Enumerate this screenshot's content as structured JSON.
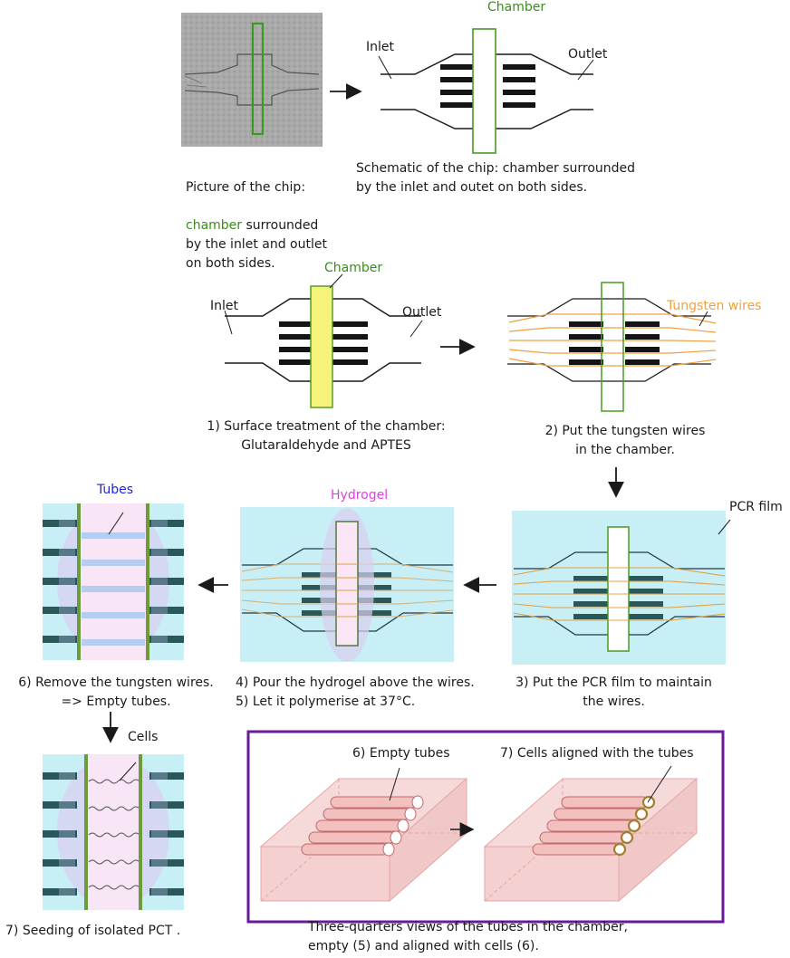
{
  "colors": {
    "chamber_green": "#4a9a24",
    "chamber_label": "#3c8c1e",
    "tungsten_orange": "#f0a040",
    "yellow_fill": "#f6f27a",
    "pcr_blue": "#c8eef6",
    "hydrogel_pink": "#e040e0",
    "tubes_blue": "#2222dd",
    "tube_pink": "#eab0b0",
    "frame_purple": "#6a1a9a",
    "bar_dark": "#1a1a1a",
    "bar_teal": "#2a5858"
  },
  "icons": {
    "arrow": "arrow-icon"
  },
  "labels": {
    "chamber_1": "Chamber",
    "inlet_1": "Inlet",
    "outlet_1": "Outlet",
    "chamber_2": "Chamber",
    "inlet_2": "Inlet",
    "outlet_2": "Outlet",
    "tungsten": "Tungsten wires",
    "pcr": "PCR film",
    "hydrogel": "Hydrogel",
    "tubes": "Tubes",
    "cells": "Cells",
    "empty_tubes": "6) Empty tubes",
    "cells_aligned": "7) Cells aligned with the tubes"
  },
  "captions": {
    "photo_a": "Picture of the chip:",
    "photo_b": "chamber",
    "photo_c": " surrounded\nby the inlet and outlet\non both sides.",
    "schematic": "Schematic of the chip: chamber surrounded\nby the inlet and outet on both sides.",
    "step1": "1) Surface treatment of the chamber:\nGlutaraldehyde and APTES",
    "step2": "2) Put the tungsten wires\nin the chamber.",
    "step3": "3) Put the PCR film to maintain\nthe wires.",
    "step45": "4) Pour the hydrogel above the wires.\n5) Let it polymerise at 37°C.",
    "step6": "6) Remove the tungsten wires.\n=> Empty tubes.",
    "step7": "7) Seeding of isolated PCT .",
    "three_quarter": "Three-quarters views of the tubes in the chamber,\nempty (5) and aligned with cells (6)."
  }
}
